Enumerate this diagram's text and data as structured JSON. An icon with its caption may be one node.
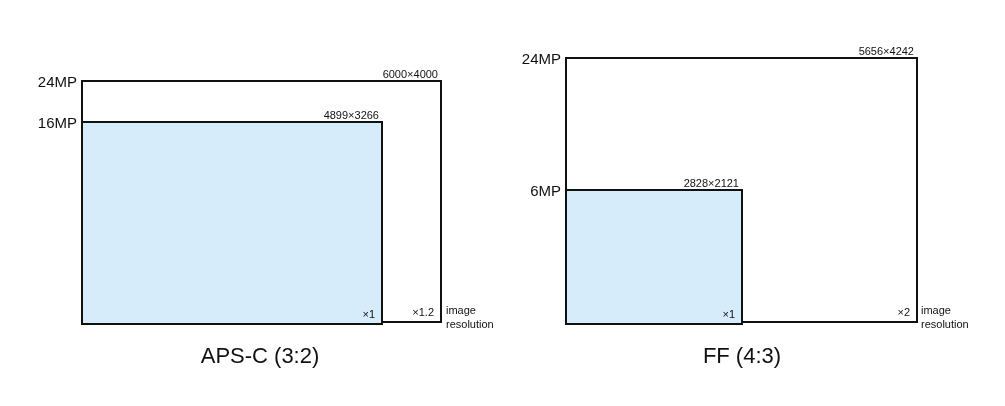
{
  "diagram": {
    "nodes": [
      {
        "text": [
          "6000×4000",
          "×1.2"
        ],
        "beside": [
          "24MP"
        ]
      },
      {
        "text": [
          "4899×3266",
          "×1"
        ],
        "beside": [
          "16MP"
        ],
        "in": 0
      },
      {
        "text": [
          "5656×4242",
          "×2"
        ],
        "beside": [
          "24MP"
        ]
      },
      {
        "text": [
          "2828×2121",
          "×1"
        ],
        "beside": [
          "6MP"
        ],
        "in": 2
      }
    ],
    "edges": [],
    "labels": [
      "image resolution",
      "APS-C (3:2)",
      "image resolution",
      "FF (4:3)"
    ]
  }
}
